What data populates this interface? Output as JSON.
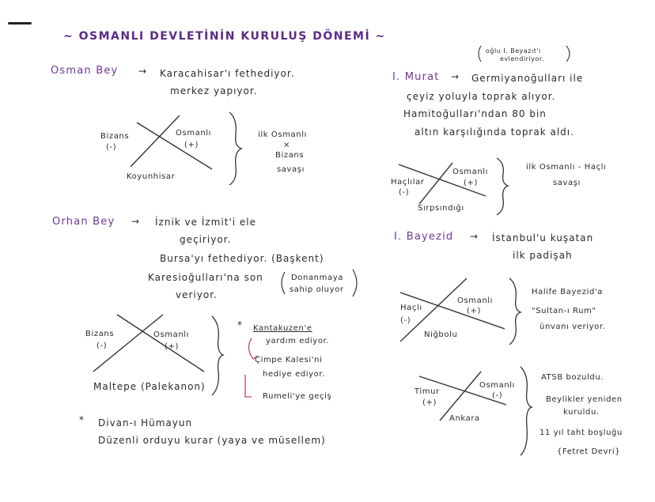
{
  "title": "~ OSMANLI DEVLETİNİN KURULUŞ DÖNEMİ ~",
  "osman": {
    "name": "Osman Bey",
    "arrow": "→",
    "line1": "Karacahisar'ı fethediyor.",
    "line2": "merkez yapıyor.",
    "battle": {
      "left": "Bizans",
      "left_sign": "(-)",
      "right": "Osmanlı",
      "right_sign": "(+)",
      "place": "Koyunhisar"
    },
    "note": [
      "ilk Osmanlı",
      "×",
      "Bizans",
      "savaşı"
    ]
  },
  "orhan": {
    "name": "Orhan Bey",
    "arrow": "→",
    "line1": "İznik ve İzmit'i ele",
    "line2": "geçiriyor.",
    "line3": "Bursa'yı fethediyor. (Başkent)",
    "line4": "Karesioğulları'na son",
    "line5": "veriyor.",
    "paren1": "Donanmaya",
    "paren2": "sahip oluyor",
    "battle": {
      "left": "Bizans",
      "left_sign": "(-)",
      "right": "Osmanlı",
      "right_sign": "(+)",
      "place": "Maltepe (Palekanon)"
    },
    "star1": "Kantakuzen'e",
    "star2": "yardım ediyor.",
    "cimpe1": "Çimpe Kalesi'ni",
    "cimpe2": "hediye ediyor.",
    "rumeli": "Rumeli'ye geçiş",
    "divan": "Divan-ı Hümayun",
    "ordu": "Düzenli orduyu kurar (yaya ve müsellem)"
  },
  "murat": {
    "name": "I. Murat",
    "arrow": "→",
    "paren1": "oğlu I. Beyazıt'ı",
    "paren2": "evlendiriyor.",
    "line1": "Germiyanoğulları ile",
    "line2": "çeyiz yoluyla toprak alıyor.",
    "line3": "Hamitoğulları'ndan 80 bin",
    "line4": "altın karşılığında toprak aldı.",
    "battle": {
      "left": "Haçlılar",
      "left_sign": "(-)",
      "right": "Osmanlı",
      "right_sign": "(+)",
      "place": "Sırpsındığı"
    },
    "note1": "ilk Osmanlı - Haçlı",
    "note2": "savaşı"
  },
  "bayezid": {
    "name": "I. Bayezid",
    "arrow": "→",
    "line1": "İstanbul'u kuşatan",
    "line2": "ilk padişah",
    "battle1": {
      "left": "Haçlı",
      "left_sign": "(-)",
      "right": "Osmanlı",
      "right_sign": "(+)",
      "place": "Niğbolu"
    },
    "note1": "Halife Bayezid'a",
    "note2": "\"Sultan-ı Rum\"",
    "note3": "ünvanı veriyor.",
    "battle2": {
      "left": "Timur",
      "left_sign": "(+)",
      "right": "Osmanlı",
      "right_sign": "(-)",
      "place": "Ankara"
    },
    "note4": "ATSB bozuldu.",
    "note5": "Beylikler yeniden",
    "note6": "kuruldu.",
    "note7": "11 yıl taht boşluğu",
    "note8": "{Fetret Devri}"
  }
}
